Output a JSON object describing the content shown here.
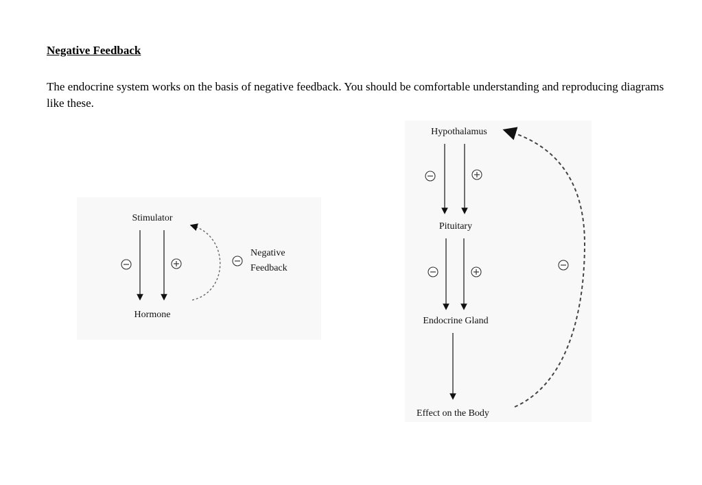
{
  "document": {
    "title": "Negative Feedback",
    "intro": "The endocrine system works on the basis of negative feedback. You should be comfortable understanding and reproducing diagrams like these."
  },
  "diagram_simple": {
    "top_label": "Stimulator",
    "bottom_label": "Hormone",
    "feedback_label_line1": "Negative",
    "feedback_label_line2": "Feedback"
  },
  "diagram_axis": {
    "labels": [
      "Hypothalamus",
      "Pituitary",
      "Endocrine Gland",
      "Effect on the Body"
    ]
  }
}
